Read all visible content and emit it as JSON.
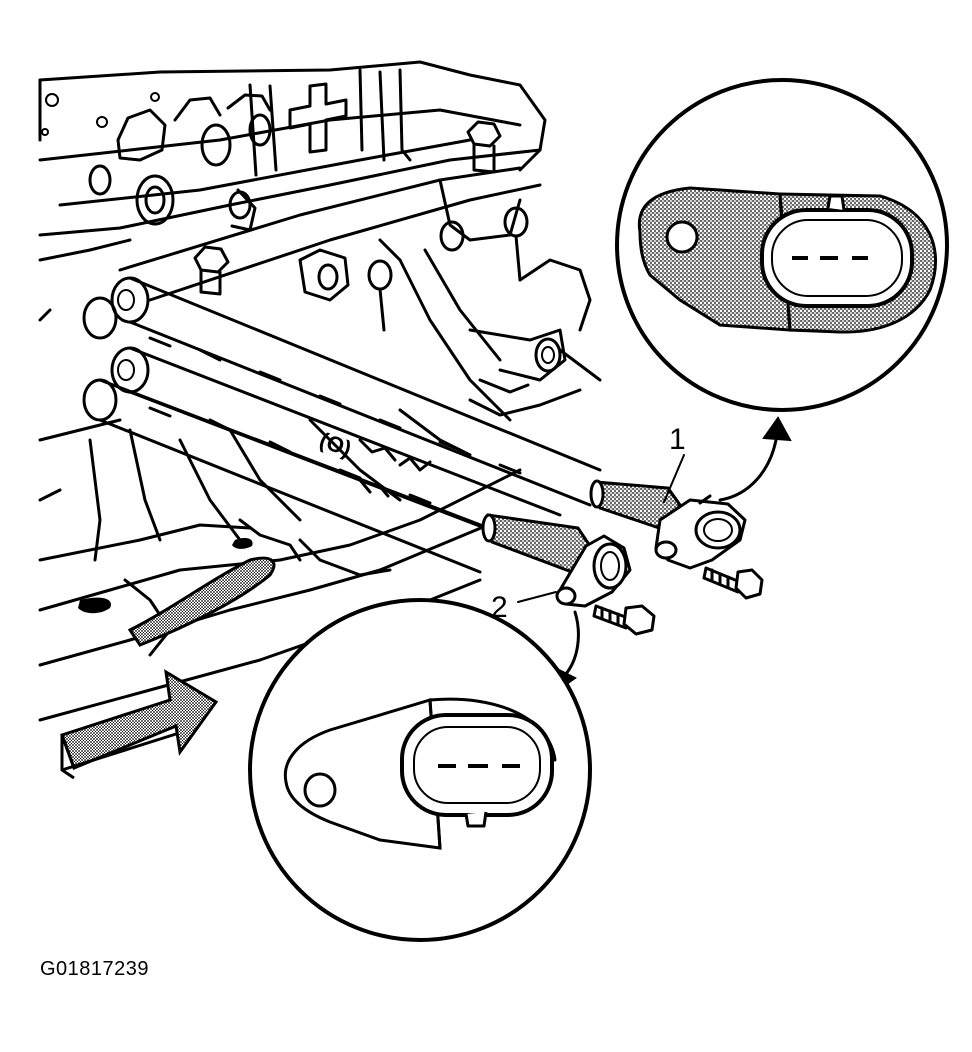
{
  "callouts": {
    "item_1": "1",
    "item_2": "2"
  },
  "figure_code": "G01817239",
  "colors": {
    "ink": "#000000",
    "paper": "#ffffff",
    "stipple": "#8c8c8c"
  },
  "icons": {
    "view_arrow": "direction-of-view-arrow-icon",
    "callout_arrow": "curved-callout-arrow-icon"
  }
}
